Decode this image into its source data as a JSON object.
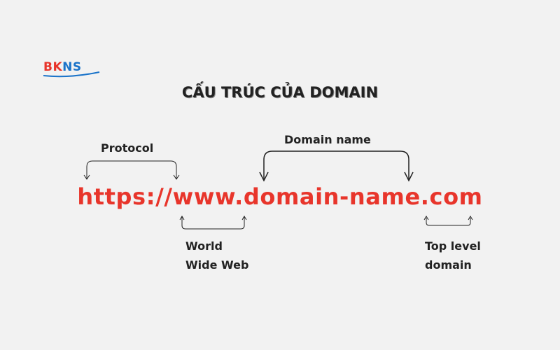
{
  "logo": {
    "text_red": "BK",
    "text_blue": "NS"
  },
  "title": "CẤU TRÚC CỦA DOMAIN",
  "url": "https://www.domain-name.com",
  "labels": {
    "protocol": "Protocol",
    "domain_name": "Domain name",
    "www_line1": "World",
    "www_line2": "Wide Web",
    "tld_line1": "Top level",
    "tld_line2": "domain"
  },
  "colors": {
    "accent_red": "#e8352b",
    "brand_blue": "#1a73c9",
    "text": "#222222",
    "background": "#f2f2f2"
  }
}
